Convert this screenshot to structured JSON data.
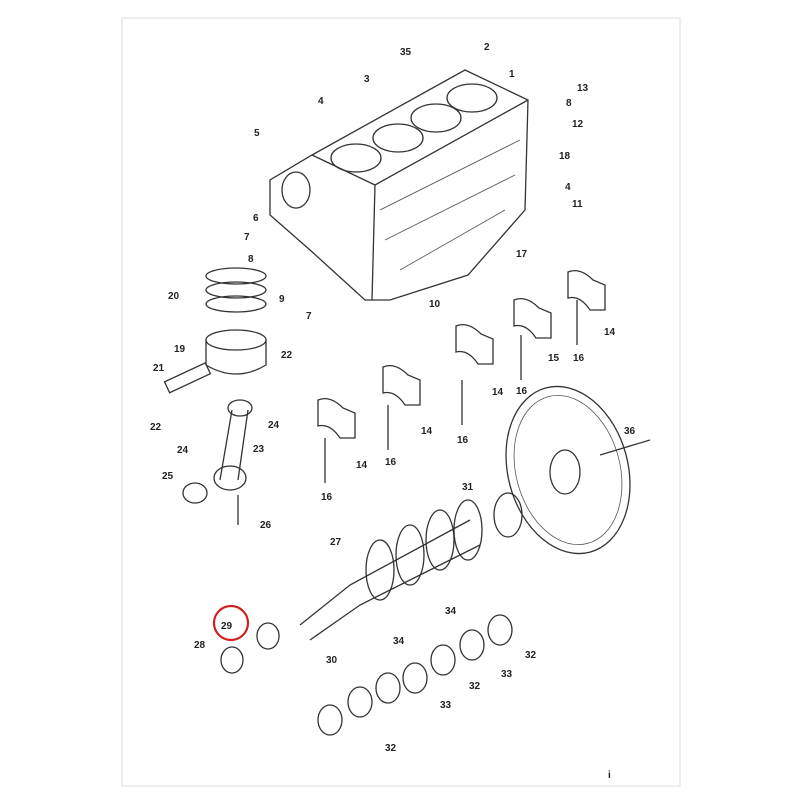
{
  "diagram": {
    "title": "Engine block and crankshaft exploded parts diagram",
    "highlight_color": "#d22020",
    "highlighted_part": "29",
    "callouts": [
      "35",
      "2",
      "1",
      "3",
      "4",
      "13",
      "8",
      "12",
      "5",
      "18",
      "4",
      "11",
      "6",
      "7",
      "8",
      "17",
      "9",
      "7",
      "10",
      "20",
      "14",
      "15",
      "16",
      "19",
      "22",
      "21",
      "14",
      "16",
      "22",
      "24",
      "14",
      "16",
      "36",
      "23",
      "24",
      "14",
      "16",
      "25",
      "31",
      "16",
      "26",
      "27",
      "29",
      "28",
      "34",
      "30",
      "34",
      "32",
      "33",
      "32",
      "33",
      "32"
    ],
    "page_mark": "i"
  }
}
